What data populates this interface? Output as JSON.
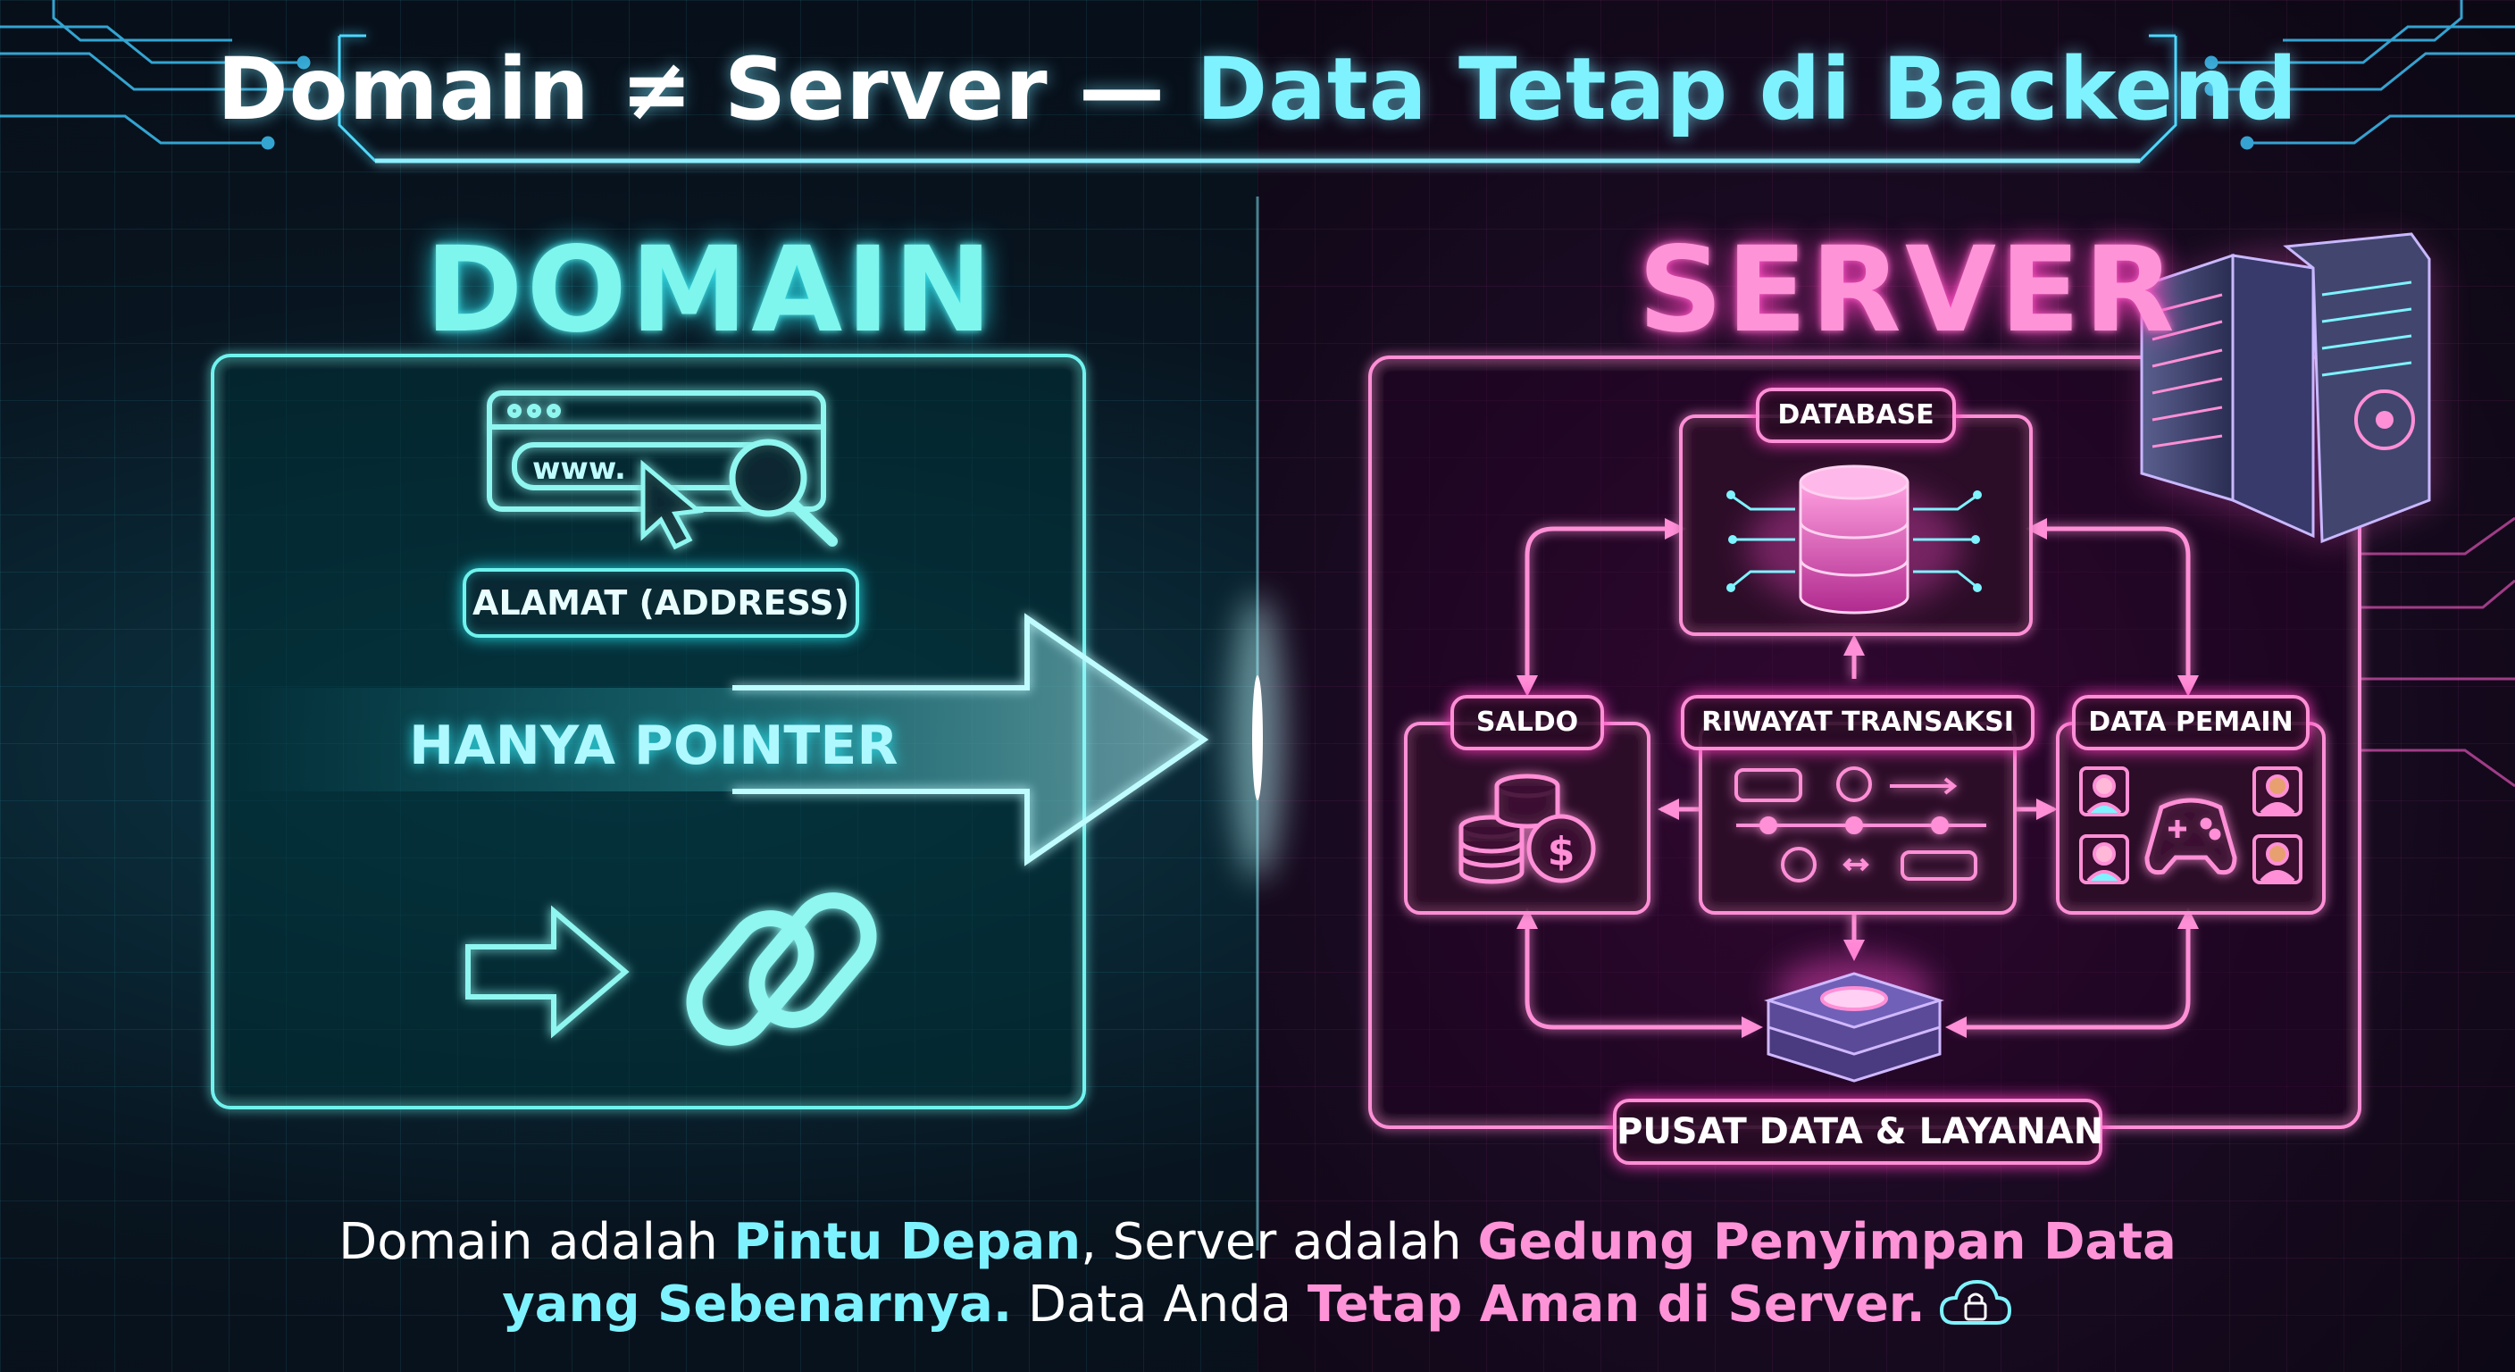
{
  "title": {
    "part1": "Domain ≠ Server —",
    "part2": " Data Tetap di Backend"
  },
  "domain": {
    "heading": "DOMAIN",
    "address_label": "ALAMAT (ADDRESS)",
    "url_text": "www.",
    "pointer_label": "HANYA POINTER",
    "icons": [
      "browser-window-icon",
      "cursor-icon",
      "magnifier-icon",
      "outline-arrow-icon",
      "chain-link-icon"
    ]
  },
  "server": {
    "heading": "SERVER",
    "database_label": "DATABASE",
    "saldo_label": "SALDO",
    "riwayat_label": "RIWAYAT TRANSAKSI",
    "pemain_label": "DATA PEMAIN",
    "pusat_label": "PUSAT DATA & LAYANAN",
    "icons": [
      "database-icon",
      "coins-icon",
      "transaction-flow-icon",
      "avatar-icon",
      "gamepad-icon",
      "data-hub-icon",
      "server-rack-icon"
    ]
  },
  "caption": {
    "line1_a": "Domain adalah ",
    "line1_b": "Pintu Depan",
    "line1_c": ", Server adalah ",
    "line1_d": "Gedung Penyimpan Data",
    "line2_a": "yang Sebenarnya.",
    "line2_b": " Data Anda ",
    "line2_c": "Tetap Aman di Server."
  },
  "colors": {
    "cyan": "#6ff3ee",
    "pink": "#ff8fd6",
    "bg": "#060a14"
  }
}
